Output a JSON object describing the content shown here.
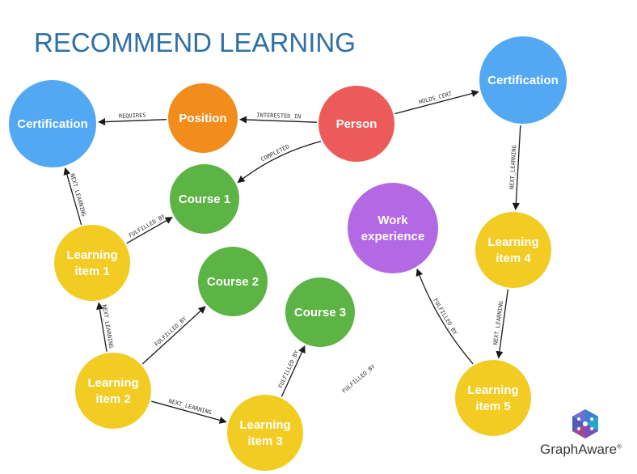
{
  "title": "RECOMMEND LEARNING",
  "colors": {
    "title": "#2f6fa6",
    "blue": "#52a8f3",
    "orange": "#f28c1d",
    "red": "#ec5b5a",
    "green": "#5cb445",
    "yellow": "#f2cc22",
    "purple": "#b368e4"
  },
  "nodes": [
    {
      "id": "cert1",
      "label": [
        "Certification"
      ],
      "color": "blue"
    },
    {
      "id": "position",
      "label": [
        "Position"
      ],
      "color": "orange"
    },
    {
      "id": "person",
      "label": [
        "Person"
      ],
      "color": "red"
    },
    {
      "id": "cert2",
      "label": [
        "Certification"
      ],
      "color": "blue"
    },
    {
      "id": "course1",
      "label": [
        "Course 1"
      ],
      "color": "green"
    },
    {
      "id": "course2",
      "label": [
        "Course 2"
      ],
      "color": "green"
    },
    {
      "id": "course3",
      "label": [
        "Course 3"
      ],
      "color": "green"
    },
    {
      "id": "work",
      "label": [
        "Work",
        "experience"
      ],
      "color": "purple"
    },
    {
      "id": "li1",
      "label": [
        "Learning",
        "item 1"
      ],
      "color": "yellow"
    },
    {
      "id": "li2",
      "label": [
        "Learning",
        "item 2"
      ],
      "color": "yellow"
    },
    {
      "id": "li3",
      "label": [
        "Learning",
        "item 3"
      ],
      "color": "yellow"
    },
    {
      "id": "li4",
      "label": [
        "Learning",
        "item 4"
      ],
      "color": "yellow"
    },
    {
      "id": "li5",
      "label": [
        "Learning",
        "item 5"
      ],
      "color": "yellow"
    }
  ],
  "edges": [
    {
      "id": "e-requires",
      "from": "position",
      "to": "cert1",
      "label": "REQUIRES"
    },
    {
      "id": "e-interested",
      "from": "person",
      "to": "position",
      "label": "INTERESTED_IN"
    },
    {
      "id": "e-holds",
      "from": "person",
      "to": "cert2",
      "label": "HOLDS_CERT"
    },
    {
      "id": "e-completed",
      "from": "person",
      "to": "course1",
      "label": "COMPLETED"
    },
    {
      "id": "e-nl-li1-cert1",
      "from": "li1",
      "to": "cert1",
      "label": "NEXT_LEARNING"
    },
    {
      "id": "e-ful-li1-c1",
      "from": "li1",
      "to": "course1",
      "label": "FULFILLED_BY"
    },
    {
      "id": "e-nl-li2-li1",
      "from": "li2",
      "to": "li1",
      "label": "NEXT_LEARNING"
    },
    {
      "id": "e-ful-li2-c2",
      "from": "li2",
      "to": "course2",
      "label": "FULFILLED_BY"
    },
    {
      "id": "e-nl-li2-li3",
      "from": "li2",
      "to": "li3",
      "label": "NEXT_LEARNING"
    },
    {
      "id": "e-ful-li3-c3",
      "from": "li3",
      "to": "course3",
      "label": "FULFILLED_BY"
    },
    {
      "id": "e-nl-cert2-li4",
      "from": "cert2",
      "to": "li4",
      "label": "NEXT_LEARNING"
    },
    {
      "id": "e-nl-li4-li5",
      "from": "li4",
      "to": "li5",
      "label": "NEXT_LEARNING"
    },
    {
      "id": "e-ful-li5-work",
      "from": "li5",
      "to": "work",
      "label": "FULFILLED_BY"
    }
  ],
  "floating_label": "FULFILLED_BY",
  "logo": {
    "text": "GraphAware",
    "mark": "®"
  }
}
